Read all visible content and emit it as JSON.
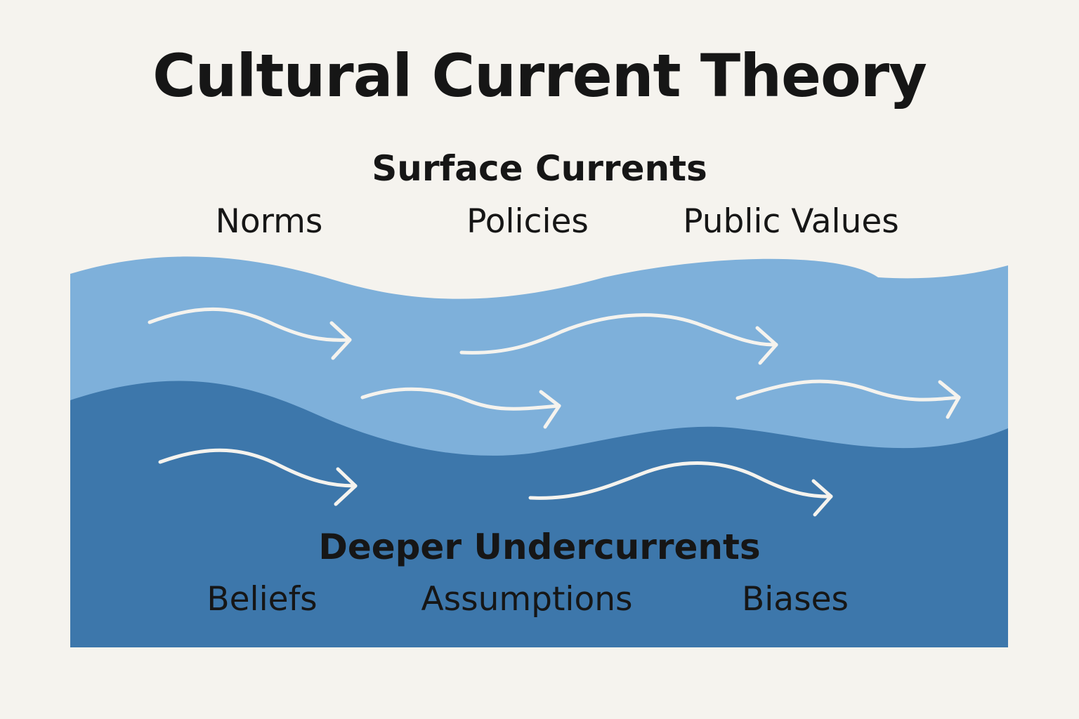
{
  "title": "Cultural Current Theory",
  "surface": {
    "heading": "Surface Currents",
    "items": [
      "Norms",
      "Policies",
      "Public Values"
    ]
  },
  "deep": {
    "heading": "Deeper Undercurrents",
    "items": [
      "Beliefs",
      "Assumptions",
      "Biases"
    ]
  },
  "colors": {
    "background": "#f5f3ee",
    "surface_layer": "#7eb0da",
    "deep_layer": "#3d77ab",
    "arrow": "#f5f3ee",
    "text": "#161616"
  }
}
